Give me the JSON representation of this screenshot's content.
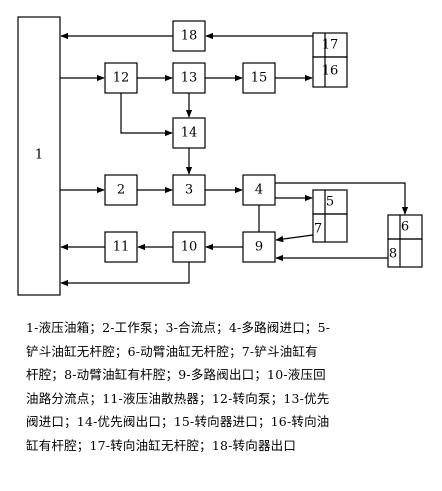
{
  "diagram": {
    "boxes": [
      "1",
      "2",
      "3",
      "4",
      "5",
      "6",
      "7",
      "8",
      "9",
      "10",
      "11",
      "12",
      "13",
      "14",
      "15",
      "16",
      "17",
      "18"
    ]
  },
  "caption": {
    "lines": [
      "1-液压油箱；2-工作泵；3-合流点；4-多路阀进口；5-",
      "铲斗油缸无杆腔；6-动臂油缸无杆腔；7-铲斗油缸有",
      "杆腔；8-动臂油缸有杆腔；9-多路阀出口；10-液压回",
      "油路分流点；11-液压油散热器；12-转向泵；13-优先",
      "阀进口；14-优先阀出口；15-转向器进口；16-转向油",
      "缸有杆腔；17-转向油缸无杆腔；18-转向器出口"
    ]
  }
}
